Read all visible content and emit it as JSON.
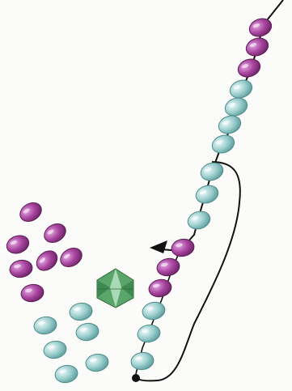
{
  "diagram": {
    "background": "#fbfbf9",
    "colors": {
      "purple_bead": "#a0409a",
      "purple_bead_light": "#d38ad0",
      "teal_bead": "#8fc9c9",
      "teal_bead_light": "#d7f0ef",
      "thread": "#111111",
      "crystal": "#4f9a5d",
      "crystal_light": "#c8ead0"
    },
    "strand_beads": [
      {
        "color": "purple"
      },
      {
        "color": "purple"
      },
      {
        "color": "purple"
      },
      {
        "color": "teal"
      },
      {
        "color": "teal"
      },
      {
        "color": "teal"
      },
      {
        "color": "teal"
      },
      {
        "color": "teal"
      },
      {
        "color": "teal"
      },
      {
        "color": "teal"
      },
      {
        "color": "purple"
      },
      {
        "color": "purple"
      },
      {
        "color": "purple"
      },
      {
        "color": "teal"
      },
      {
        "color": "teal"
      },
      {
        "color": "teal"
      }
    ],
    "loose_purple_beads": 7,
    "loose_teal_beads": 6,
    "crystal_count": 1,
    "thread_arrow": {
      "icon": "arrow-left-icon",
      "direction": "left"
    },
    "thread_knot": {
      "icon": "knot-dot-icon"
    }
  }
}
